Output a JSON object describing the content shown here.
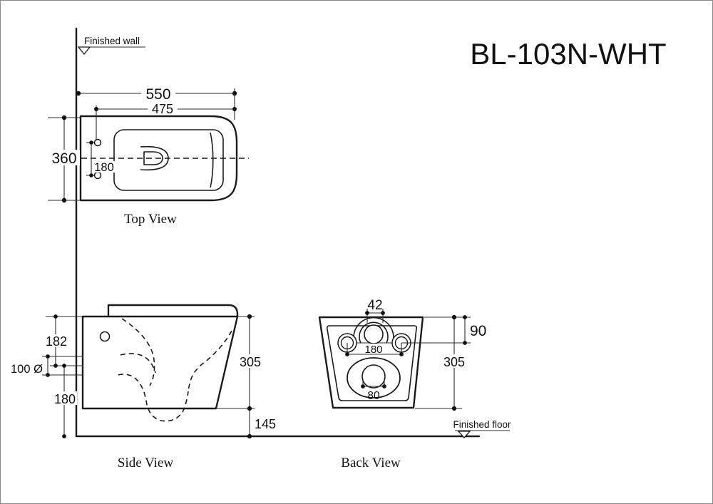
{
  "title": "BL-103N-WHT",
  "datum": {
    "wall": "Finished wall",
    "floor": "Finished floor"
  },
  "views": {
    "top": "Top View",
    "side": "Side View",
    "back": "Back View"
  },
  "dims": {
    "top": {
      "overall_length": "550",
      "rim_length": "475",
      "overall_width": "360",
      "hole_spacing": "180"
    },
    "side": {
      "rim_to_outlet": "182",
      "outlet_dia": "100 Ø",
      "outlet_to_floor": "180",
      "height": "305",
      "underside_to_floor": "145"
    },
    "back": {
      "inlet_dia": "42",
      "top_to_holes": "90",
      "hole_spacing": "180",
      "height": "305",
      "drain_dia": "80"
    }
  },
  "colors": {
    "line": "#1a1a1a",
    "background": "#ffffff"
  }
}
